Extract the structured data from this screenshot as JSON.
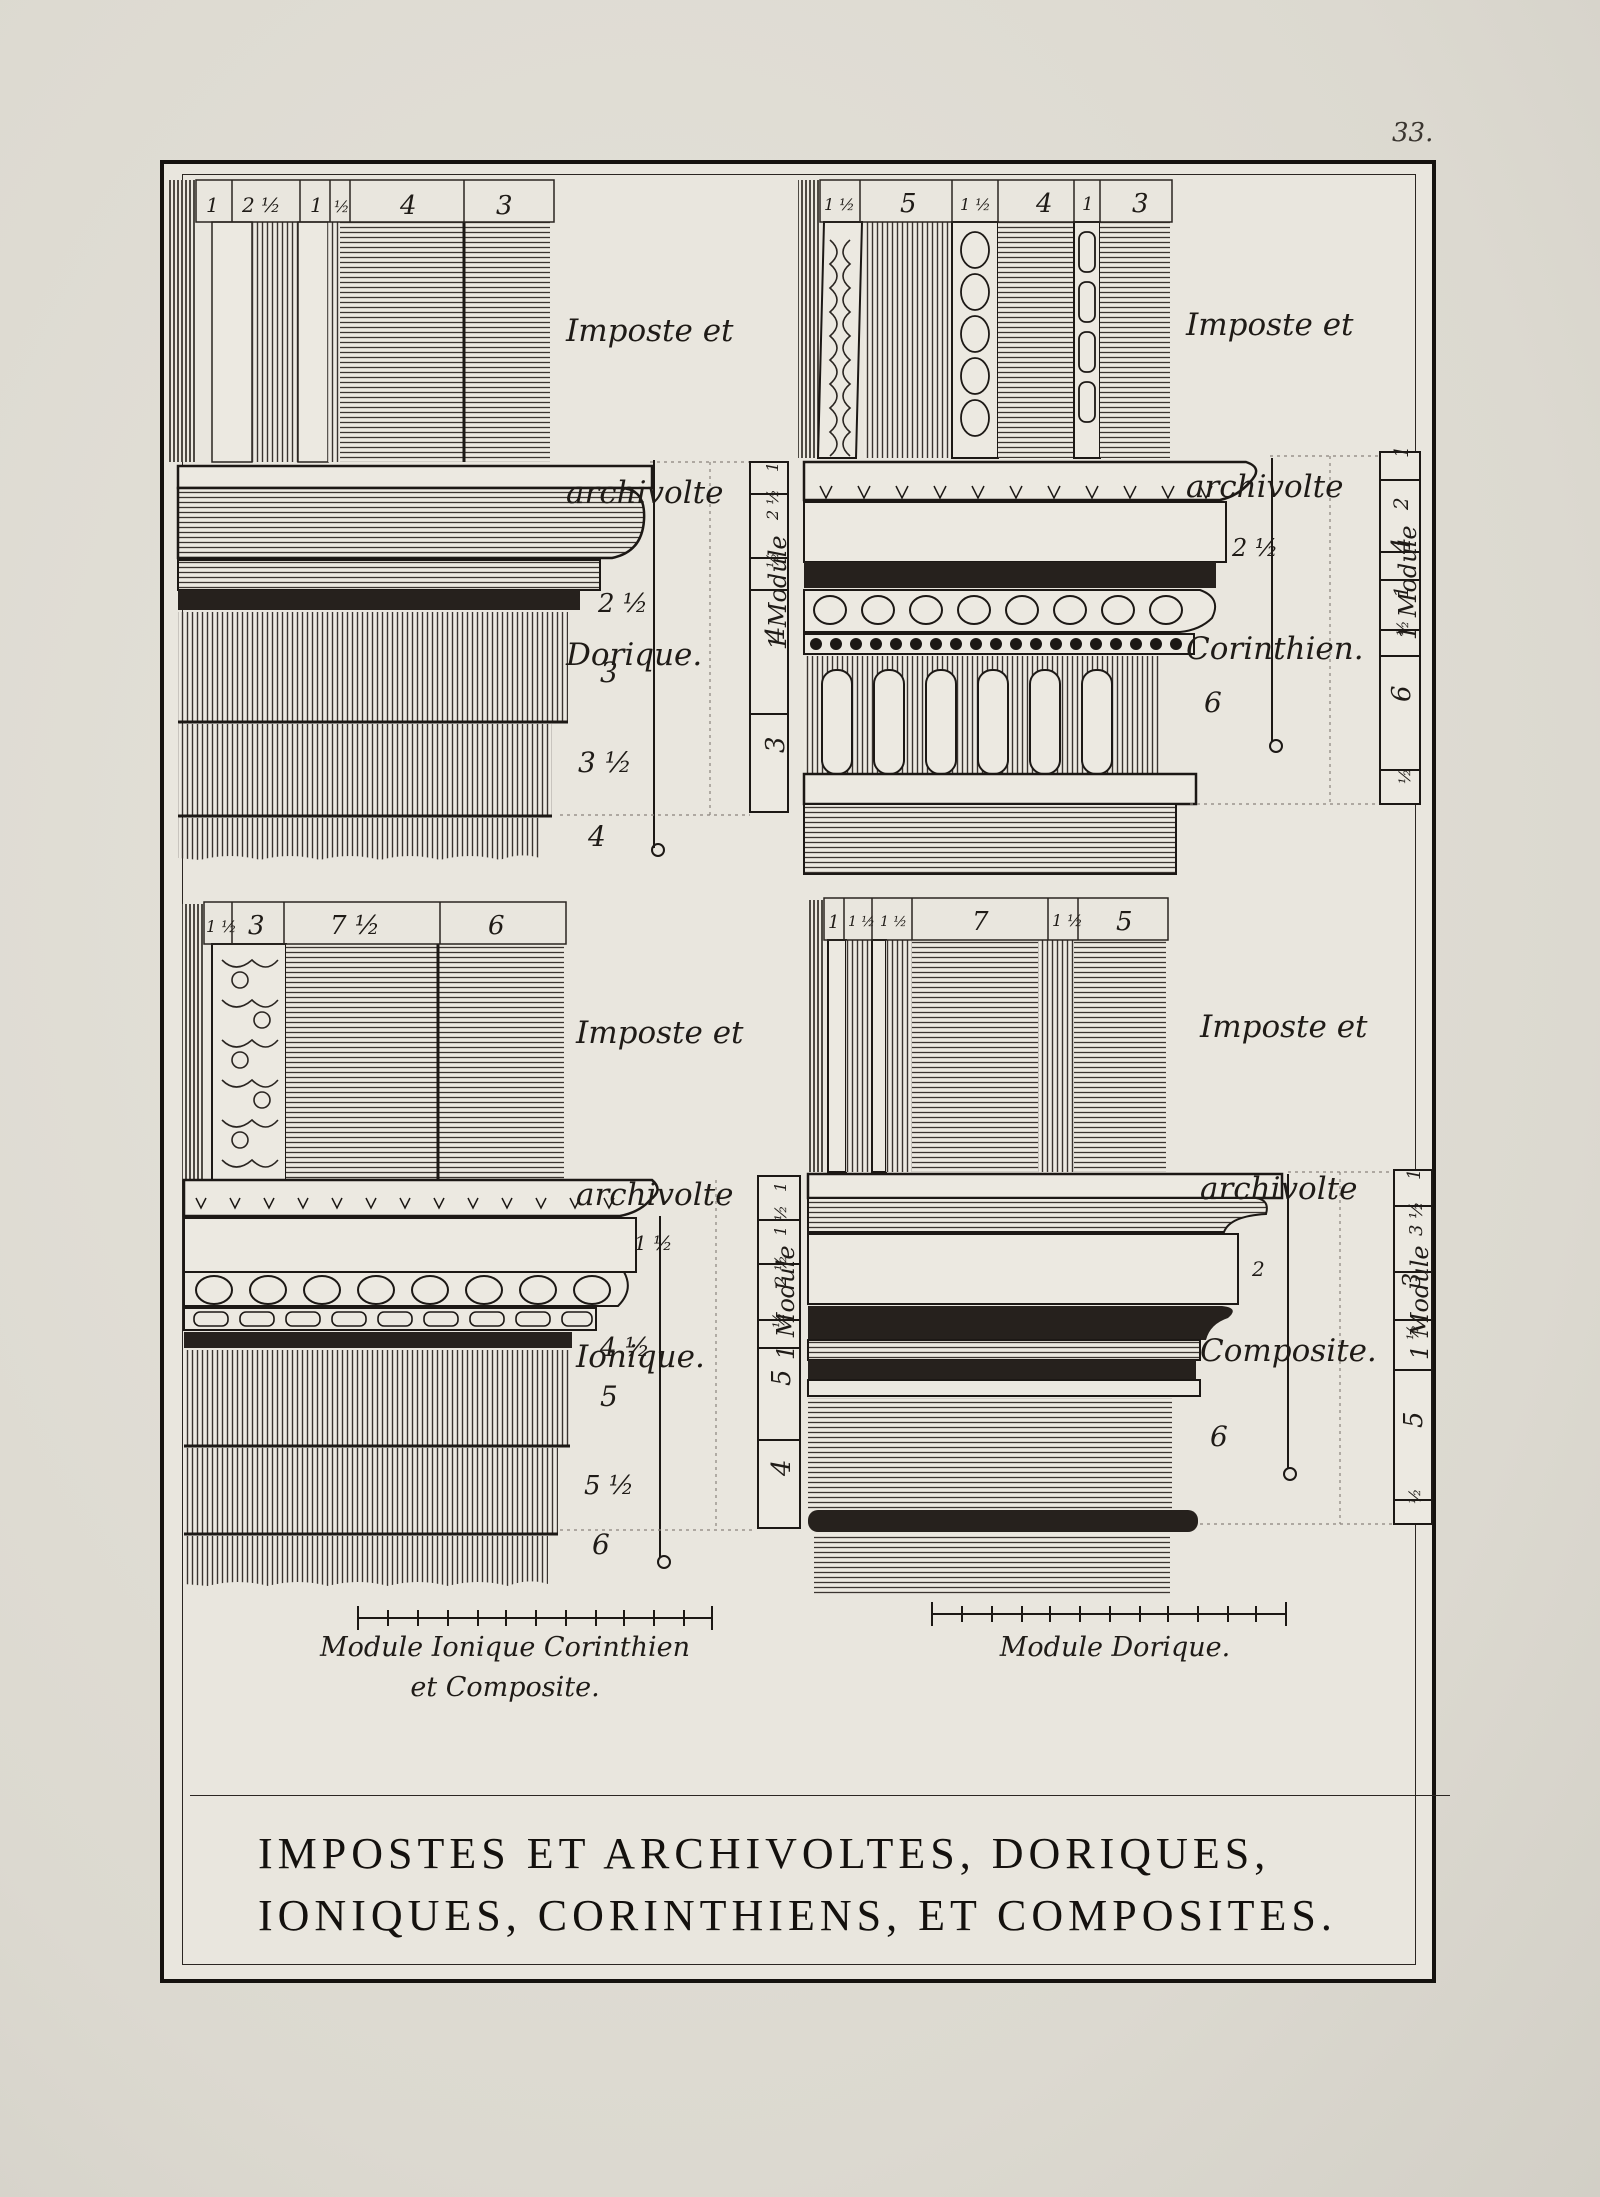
{
  "page_number": "33.",
  "panels": {
    "doric": {
      "title_lines": [
        "Imposte et",
        "archivolte",
        "Dorique."
      ],
      "archivolte_fasciae": [
        "1",
        "2 ½",
        "1",
        "½",
        "4",
        "3"
      ],
      "imposte_labels": [
        "2 ½",
        "3",
        "3 ½",
        "4"
      ],
      "module_label": "1 Module",
      "module_bar": [
        "3",
        "4",
        "½",
        "2 ½",
        "1"
      ]
    },
    "corinthian": {
      "title_lines": [
        "Imposte et",
        "archivolte",
        "Corinthien."
      ],
      "archivolte_fasciae": [
        "1 ½",
        "5",
        "1 ½",
        "4",
        "1",
        "3"
      ],
      "imposte_labels": [
        "2 ½",
        "6"
      ],
      "module_label": "1 Module",
      "module_bar": [
        "½",
        "6",
        "½",
        "1",
        "4",
        "2",
        "1"
      ]
    },
    "ionic": {
      "title_lines": [
        "Imposte et",
        "archivolte",
        "Ionique."
      ],
      "archivolte_fasciae": [
        "1 ½",
        "3",
        "7 ½",
        "6"
      ],
      "imposte_labels": [
        "1 ½",
        "4 ½",
        "5",
        "5 ½",
        "6"
      ],
      "module_label": "1 Module",
      "module_bar": [
        "4",
        "5",
        "½",
        "2 ½",
        "1 ½",
        "1"
      ]
    },
    "composite": {
      "title_lines": [
        "Imposte et",
        "archivolte",
        "Composite."
      ],
      "archivolte_fasciae": [
        "1",
        "1 ½",
        "1 ½",
        "7",
        "1 ½",
        "5"
      ],
      "imposte_labels": [
        "2",
        "6"
      ],
      "module_label": "1 Module",
      "module_bar": [
        "½",
        "5",
        "½",
        "3",
        "3 ½",
        "1"
      ]
    }
  },
  "scales": {
    "left_lines": [
      "Module Ionique Corinthien",
      "et Composite."
    ],
    "right_lines": [
      "Module Dorique."
    ]
  },
  "caption": {
    "line1": "IMPOSTES ET ARCHIVOLTES, DORIQUES,",
    "line2": "IONIQUES, CORINTHIENS, ET COMPOSITES."
  }
}
